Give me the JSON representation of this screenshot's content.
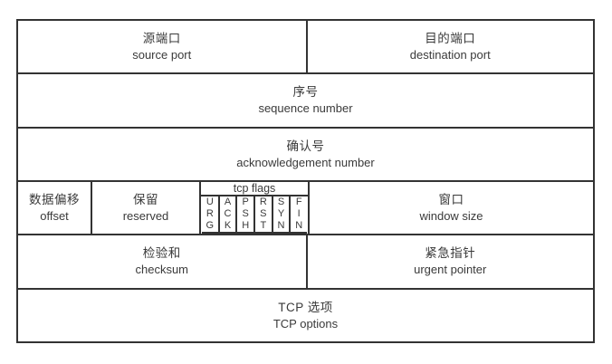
{
  "diagram": {
    "type": "tcp-header-structure",
    "colors": {
      "border": "#333333",
      "text": "#3a3a3a",
      "background": "#ffffff"
    },
    "rows": {
      "row1": {
        "source_port": {
          "zh": "源端口",
          "en": "source port"
        },
        "destination_port": {
          "zh": "目的端口",
          "en": "destination port"
        }
      },
      "row2": {
        "sequence_number": {
          "zh": "序号",
          "en": "sequence number"
        }
      },
      "row3": {
        "acknowledgement_number": {
          "zh": "确认号",
          "en": "acknowledgement number"
        }
      },
      "row4": {
        "offset": {
          "zh": "数据偏移",
          "en": "offset"
        },
        "reserved": {
          "zh": "保留",
          "en": "reserved"
        },
        "flags": {
          "title": "tcp flags",
          "items": [
            {
              "name": "URG",
              "letters": "U\nR\nG"
            },
            {
              "name": "ACK",
              "letters": "A\nC\nK"
            },
            {
              "name": "PSH",
              "letters": "P\nS\nH"
            },
            {
              "name": "RST",
              "letters": "R\nS\nT"
            },
            {
              "name": "SYN",
              "letters": "S\nY\nN"
            },
            {
              "name": "FIN",
              "letters": "F\nI\nN"
            }
          ]
        },
        "window": {
          "zh": "窗口",
          "en": "window size"
        }
      },
      "row5": {
        "checksum": {
          "zh": "检验和",
          "en": "checksum"
        },
        "urgent_pointer": {
          "zh": "紧急指针",
          "en": "urgent pointer"
        }
      },
      "row6": {
        "tcp_options": {
          "zh": "TCP 选项",
          "en": "TCP options"
        }
      }
    }
  }
}
